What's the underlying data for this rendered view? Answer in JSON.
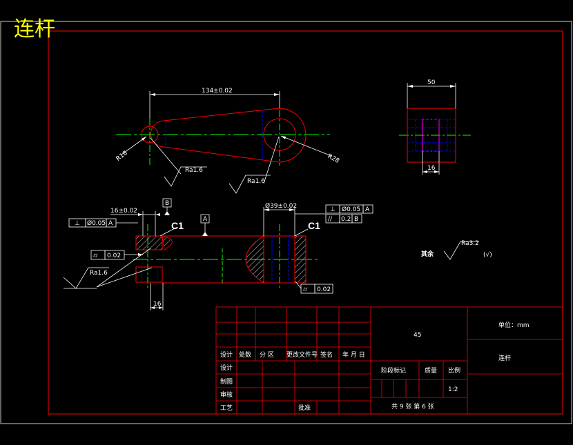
{
  "drawing": {
    "title": "连杆",
    "colors": {
      "background": "#000000",
      "border": "#ff0000",
      "outline": "#ff0000",
      "dimension": "#ffffff",
      "centerline": "#00ff00",
      "hidden": "#0000ff",
      "bore": "#ff00ff",
      "title_text": "#ffff00"
    },
    "top_view": {
      "center_distance": "134±0.02",
      "radius_small": "R18",
      "radius_large": "R28",
      "roughness_1": "Ra1.6",
      "roughness_2": "Ra1.6"
    },
    "side_view": {
      "width": "50",
      "bore_width": "16"
    },
    "section_view": {
      "dim_small_bore": "16±0.02",
      "dim_large_bore": "Ø39±0.02",
      "dim_bottom": "16",
      "chamfer_left": "C1",
      "chamfer_right": "C1",
      "datum_a": "A",
      "datum_b": "B",
      "fcf_left_symbol": "⊥",
      "fcf_left_tol": "Ø0.05",
      "fcf_left_ref": "A",
      "fcf_right_1_symbol": "⊥",
      "fcf_right_1_tol": "Ø0.05",
      "fcf_right_1_ref": "A",
      "fcf_right_2_symbol": "//",
      "fcf_right_2_tol": "0.2",
      "fcf_right_2_ref": "B",
      "cyl_left_tol": "0.02",
      "cyl_right_tol": "0.02",
      "roughness": "Ra1.6"
    },
    "general_roughness": {
      "label": "其余",
      "value": "Ra3.2",
      "mark": "(√)"
    },
    "title_block": {
      "material": "45",
      "unit": "单位：mm",
      "part_name": "连杆",
      "header_labels": [
        "设计",
        "处数",
        "分  区",
        "更改文件号",
        "签名",
        "年  月  日"
      ],
      "row_labels": [
        "设计",
        "制图",
        "审核",
        "工艺"
      ],
      "approve": "批准",
      "stage_label": "阶段标记",
      "mass_label": "质量",
      "scale_label": "比例",
      "scale": "1:2",
      "sheets": "共 9 张   第 6 张"
    }
  }
}
